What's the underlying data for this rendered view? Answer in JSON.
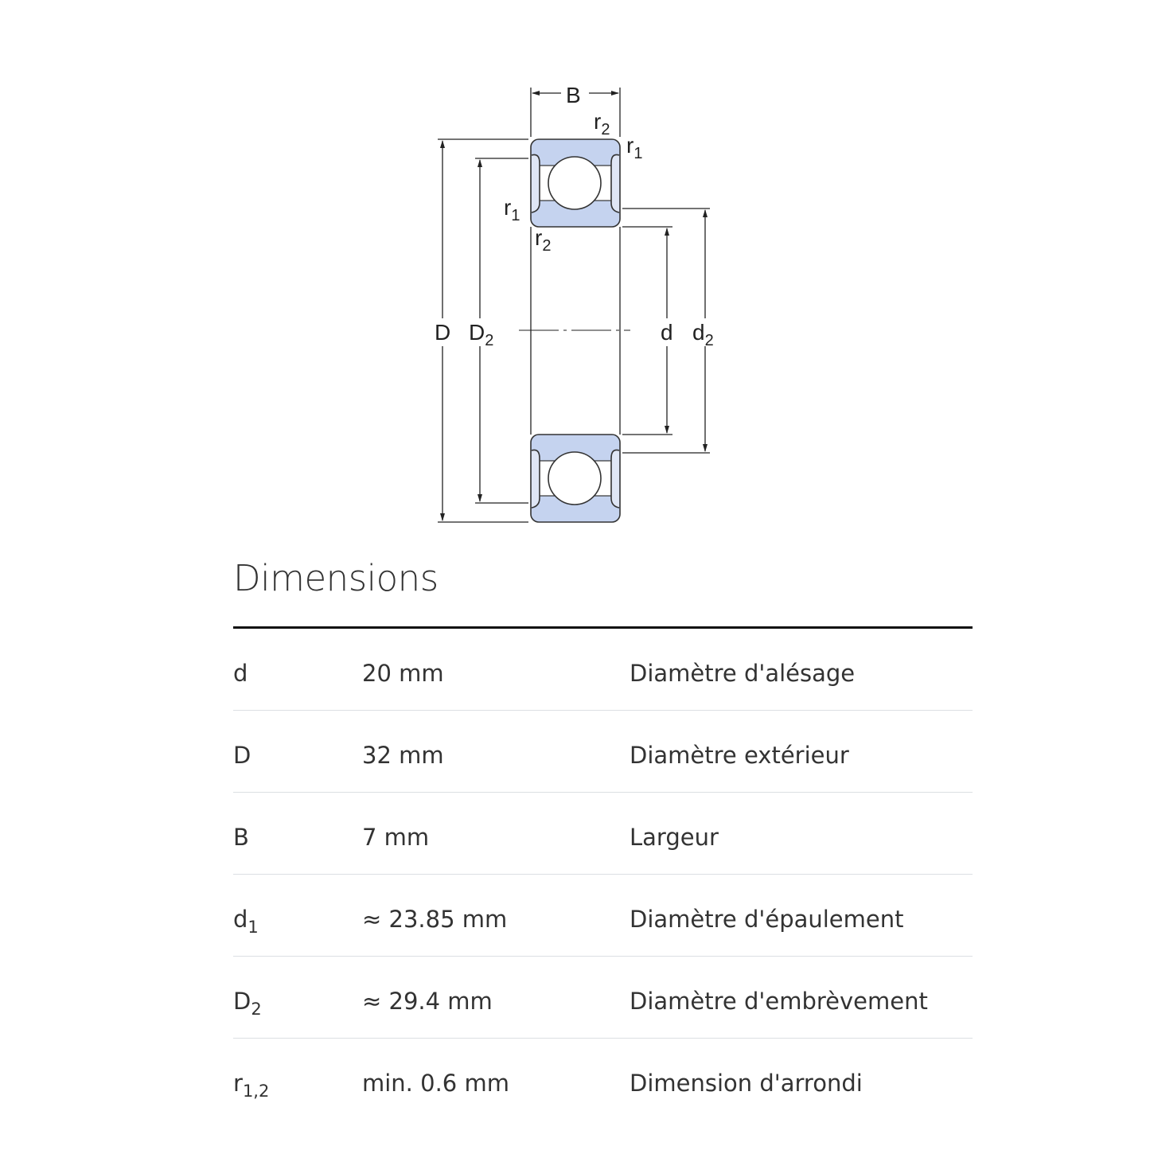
{
  "drawing": {
    "labels": {
      "B": "B",
      "r": "r",
      "one": "1",
      "two": "2",
      "D": "D",
      "d": "d"
    },
    "colors": {
      "ring_fill": "#c5d3ef",
      "line": "#222222"
    }
  },
  "section_title": "Dimensions",
  "rows": [
    {
      "symbol": "d",
      "sub": "",
      "value": "20 mm",
      "description": "Diamètre d'alésage"
    },
    {
      "symbol": "D",
      "sub": "",
      "value": "32 mm",
      "description": "Diamètre extérieur"
    },
    {
      "symbol": "B",
      "sub": "",
      "value": "7 mm",
      "description": "Largeur"
    },
    {
      "symbol": "d",
      "sub": "1",
      "value": "≈ 23.85 mm",
      "description": "Diamètre d'épaulement"
    },
    {
      "symbol": "D",
      "sub": "2",
      "value": "≈ 29.4 mm",
      "description": "Diamètre d'embrèvement"
    },
    {
      "symbol": "r",
      "sub": "1,2",
      "value": "min. 0.6 mm",
      "description": "Dimension d'arrondi"
    }
  ]
}
